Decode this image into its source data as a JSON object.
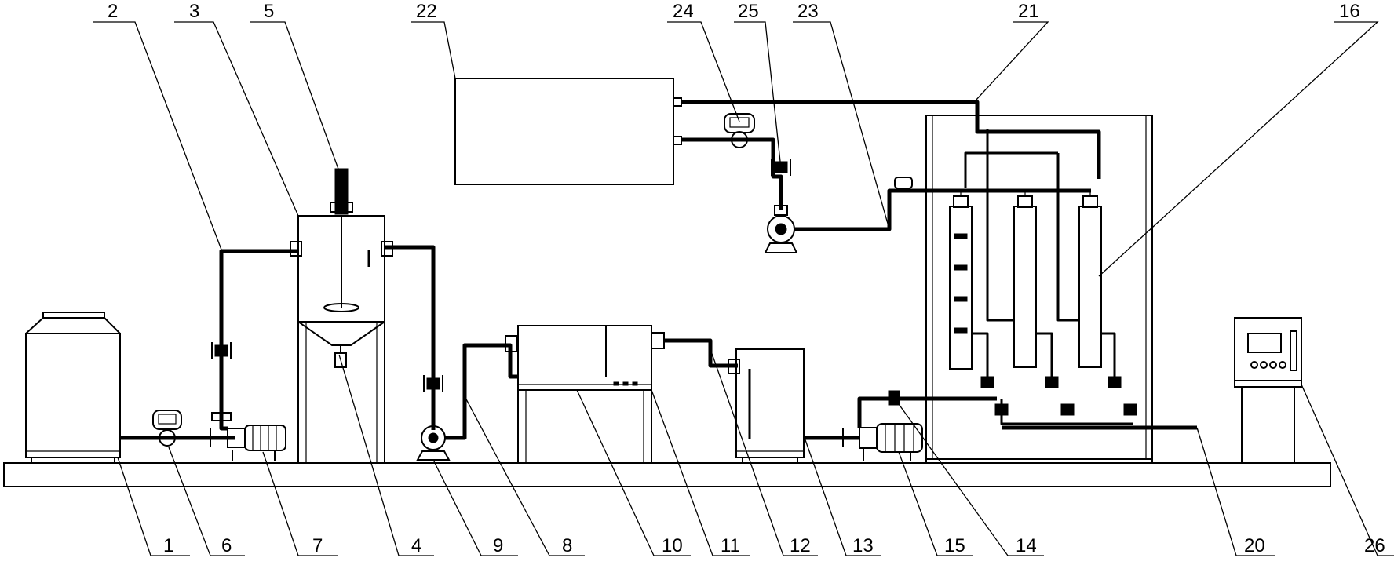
{
  "labels": {
    "top": [
      "2",
      "3",
      "5",
      "22",
      "24",
      "25",
      "23",
      "21",
      "16"
    ],
    "bottom": [
      "1",
      "6",
      "7",
      "4",
      "9",
      "8",
      "10",
      "11",
      "12",
      "13",
      "15",
      "14",
      "20",
      "26"
    ]
  }
}
